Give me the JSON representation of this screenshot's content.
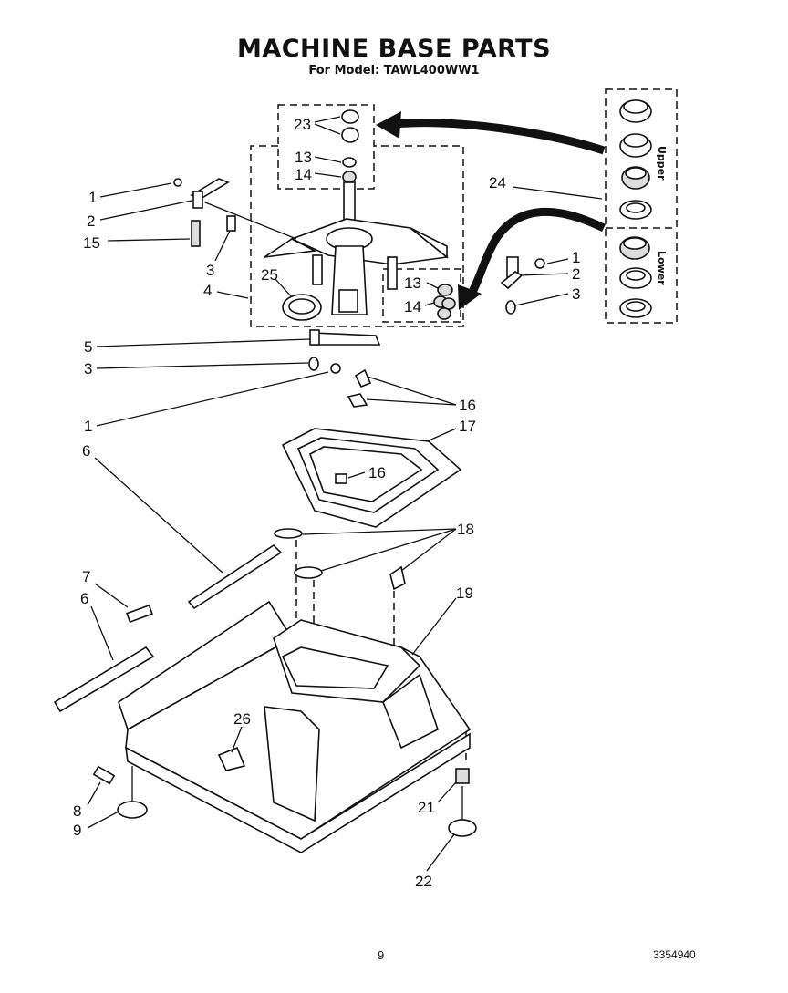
{
  "header": {
    "title": "MACHINE BASE PARTS",
    "subtitle": "For Model: TAWL400WW1"
  },
  "footer": {
    "page_number": "9",
    "document_number": "3354940"
  },
  "bearing_panel": {
    "upper_label": "Upper",
    "lower_label": "Lower"
  },
  "callouts": {
    "c23": "23",
    "c13a": "13",
    "c14a": "14",
    "c1a": "1",
    "c2a": "2",
    "c15": "15",
    "c3a": "3",
    "c4": "4",
    "c25": "25",
    "c24": "24",
    "c1b": "1",
    "c2b": "2",
    "c3b": "3",
    "c13b": "13",
    "c14b": "14",
    "c5": "5",
    "c3c": "3",
    "c1c": "1",
    "c16a": "16",
    "c17": "17",
    "c16b": "16",
    "c6a": "6",
    "c18": "18",
    "c7": "7",
    "c6b": "6",
    "c19": "19",
    "c26": "26",
    "c8": "8",
    "c9": "9",
    "c21": "21",
    "c22": "22"
  }
}
